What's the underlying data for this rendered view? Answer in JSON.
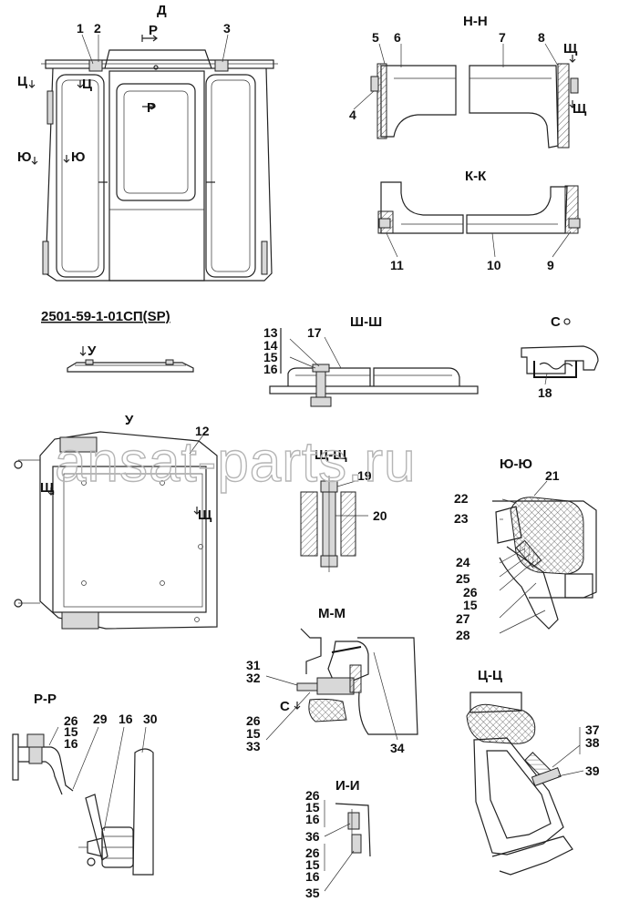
{
  "sheet_code": "2501-59-1-01СП(SP)",
  "watermark": "ansat-parts.ru",
  "sections": {
    "D": "Д",
    "NN": "Н-Н",
    "KK": "К-К",
    "ShSh": "Ш-Ш",
    "S": "С",
    "U": "У",
    "ShchShch": "Щ-Щ",
    "YuYu": "Ю-Ю",
    "MM": "М-М",
    "RR": "Р-Р",
    "TsTs": "Ц-Ц",
    "II": "И-И"
  },
  "view_marks": {
    "P": "Р",
    "Ts": "Ц",
    "Yu": "Ю",
    "Shch": "Щ",
    "U": "У",
    "S": "С"
  },
  "callouts": {
    "p1": "1",
    "p2": "2",
    "p3": "3",
    "p4": "4",
    "p5": "5",
    "p6": "6",
    "p7": "7",
    "p8": "8",
    "p9": "9",
    "p10": "10",
    "p11": "11",
    "p12": "12",
    "p13": "13",
    "p14": "14",
    "p15": "15",
    "p16": "16",
    "p17": "17",
    "p18": "18",
    "p19": "19",
    "p20": "20",
    "p21": "21",
    "p22": "22",
    "p23": "23",
    "p24": "24",
    "p25": "25",
    "p26": "26",
    "p27": "27",
    "p28": "28",
    "p29": "29",
    "p30": "30",
    "p31": "31",
    "p32": "32",
    "p33": "33",
    "p34": "34",
    "p35": "35",
    "p36": "36",
    "p37": "37",
    "p38": "38",
    "p39": "39"
  }
}
